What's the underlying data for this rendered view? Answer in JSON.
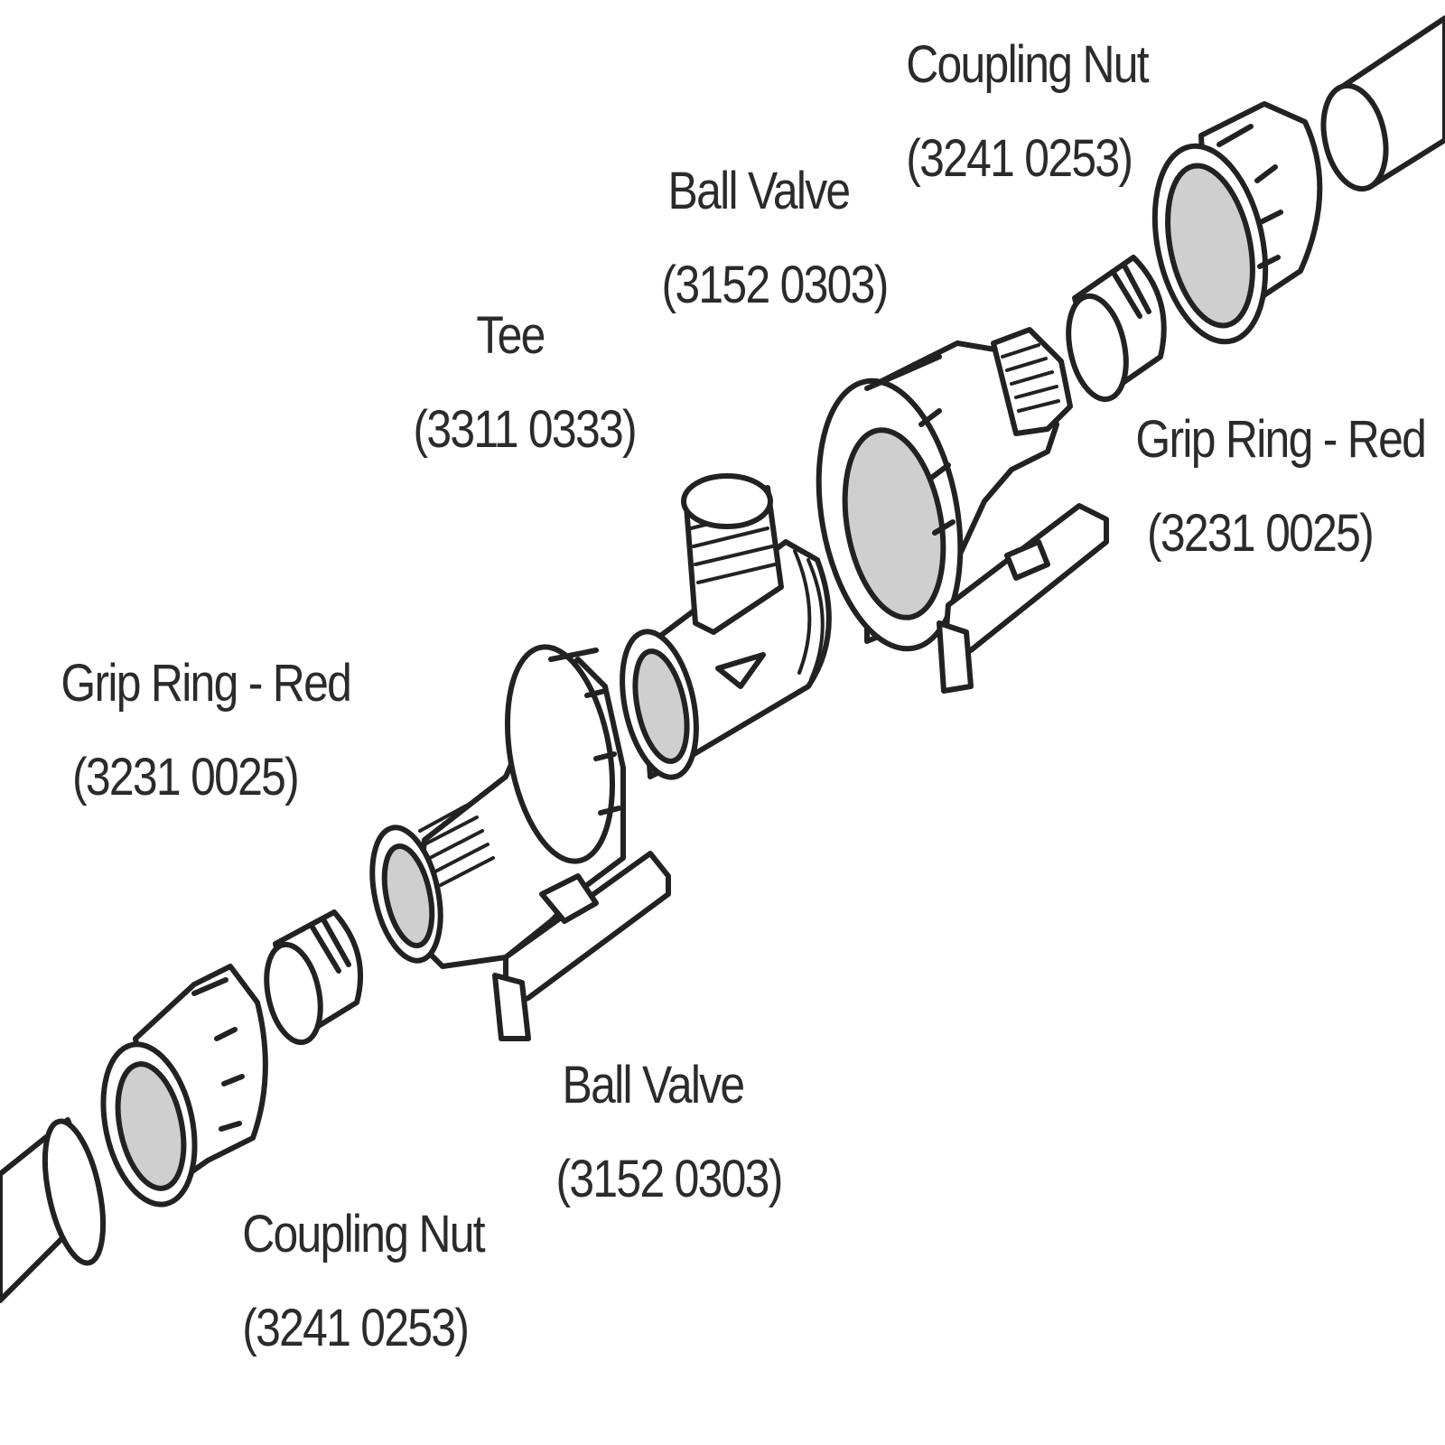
{
  "labels": {
    "coupling_nut_top": {
      "name": "Coupling Nut",
      "code": "(3241 0253)"
    },
    "ball_valve_top": {
      "name": "Ball Valve",
      "code": "(3152 0303)"
    },
    "tee": {
      "name": "Tee",
      "code": "(3311 0333)"
    },
    "grip_ring_right": {
      "name": "Grip Ring - Red",
      "code": "(3231 0025)"
    },
    "grip_ring_left": {
      "name": "Grip Ring - Red",
      "code": "(3231 0025)"
    },
    "ball_valve_bottom": {
      "name": "Ball Valve",
      "code": "(3152 0303)"
    },
    "coupling_nut_bottom": {
      "name": "Coupling Nut",
      "code": "(3241 0253)"
    }
  },
  "colors": {
    "line": "#222222",
    "fill": "#ffffff",
    "inner_shade": "#cfcfcf"
  }
}
